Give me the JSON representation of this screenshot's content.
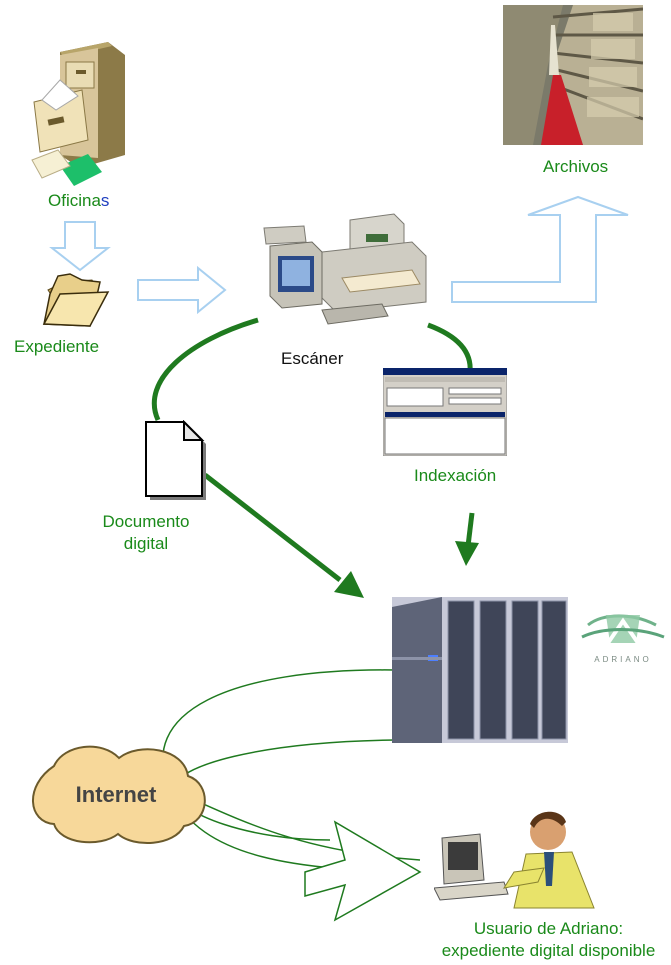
{
  "labels": {
    "oficinas_main": "Oficina",
    "oficinas_suffix": "s",
    "expediente": "Expediente",
    "archivos": "Archivos",
    "escaner": "Escáner",
    "documento_line1": "Documento",
    "documento_line2": "digital",
    "indexacion": "Indexación",
    "internet": "Internet",
    "usuario_line1": "Usuario de Adriano:",
    "usuario_line2": "expediente digital disponible",
    "adriano_logo": "ADRIANO"
  },
  "colors": {
    "label_green": "#1a8a1a",
    "flow_green": "#1f7a1f",
    "hollow_arrow_blue": "#a8d0f0",
    "internet_blue_accent": "#1f3fbf"
  }
}
